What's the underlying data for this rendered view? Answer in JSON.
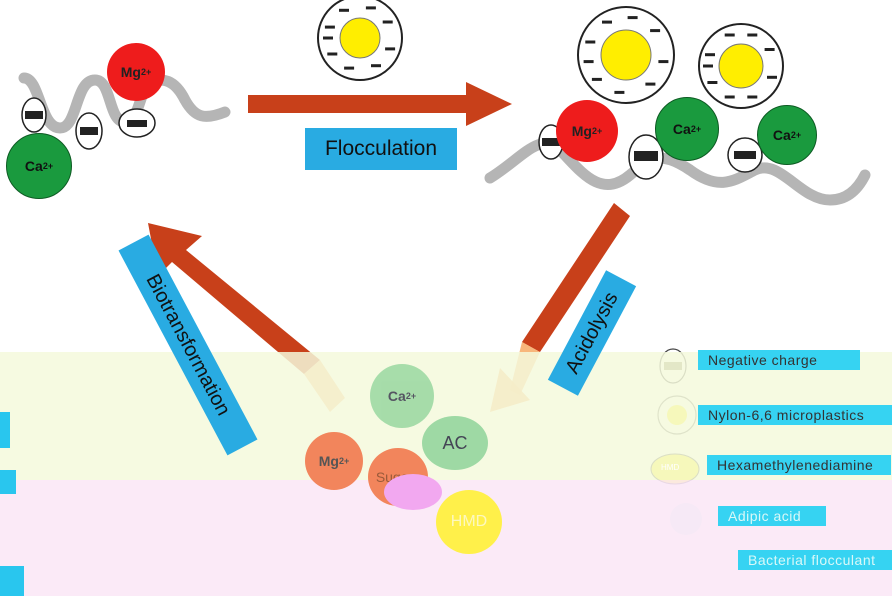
{
  "diagram": {
    "flocculation_label": "Flocculation",
    "biotransformation_label": "Biotransformation",
    "acidolysis_label": "Acidolysis",
    "ions": {
      "mg": "Mg",
      "ca": "Ca",
      "charge": "2+"
    },
    "products": {
      "ca": "Ca",
      "ac": "AC",
      "mg": "Mg",
      "sugars": "Sugars",
      "hmd": "HMD"
    },
    "legend": [
      {
        "label": "Negative charge"
      },
      {
        "label": "Nylon-6,6 microplastics"
      },
      {
        "label": "Hexamethylenediamine",
        "icon_text": "HMD"
      },
      {
        "label": "Adipic acid"
      },
      {
        "label": "Bacterial flocculant"
      }
    ],
    "colors": {
      "arrow": "#c8401a",
      "arrow_faded": "#f6a45a",
      "label_box": "#29abe2",
      "mg": "#ee1c1c",
      "ca": "#1a9a3e",
      "microplastic_core": "#ffee00",
      "polymer": "#b5b5b5"
    }
  }
}
